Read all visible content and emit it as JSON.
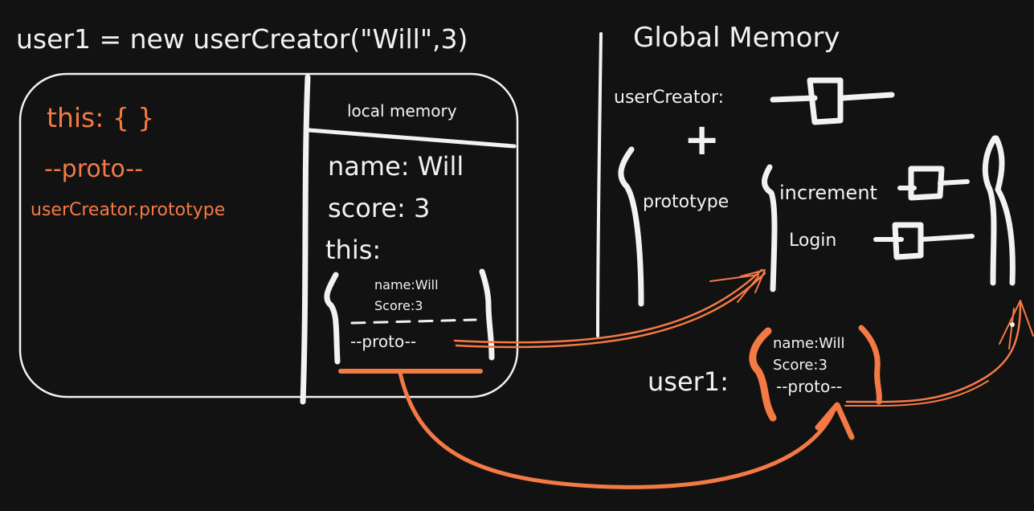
{
  "colors": {
    "background": "#121212",
    "ink": "#f2f2f2",
    "accent": "#f47a45"
  },
  "call_title": "user1 = new userCreator(\"Will\",3)",
  "execution_context": {
    "this_label": "this: { }",
    "proto_label": "--proto--",
    "proto_value": "userCreator.prototype",
    "local_memory": {
      "header": "local memory",
      "name_entry": "name: Will",
      "score_entry": "score: 3",
      "this_entry": "this:",
      "this_object": {
        "name": "name:Will",
        "score": "Score:3",
        "proto": "--proto--"
      }
    }
  },
  "global_memory": {
    "title": "Global Memory",
    "user_creator_label": "userCreator:",
    "plus_sign": "+",
    "prototype_label": "prototype",
    "methods": [
      "increment",
      "Login"
    ]
  },
  "user1_object": {
    "label": "user1:",
    "name": "name:Will",
    "score": "Score:3",
    "proto": "--proto--"
  }
}
